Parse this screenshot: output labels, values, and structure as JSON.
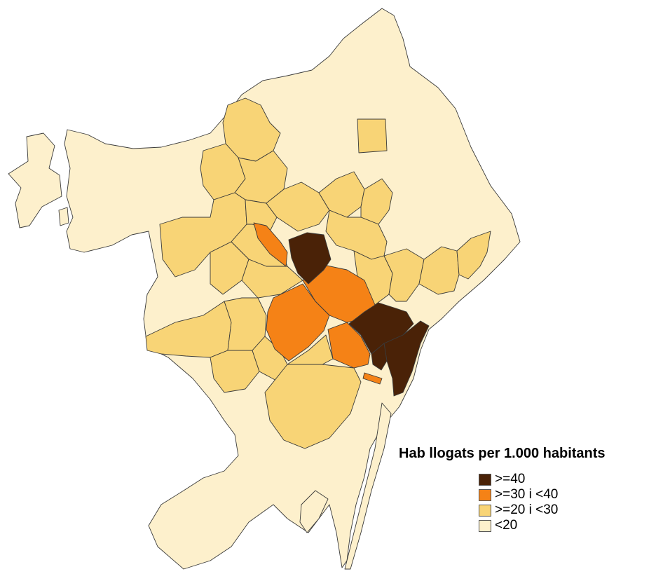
{
  "map": {
    "legend_title": "Hab llogats per 1.000 habitants",
    "classes": [
      {
        "label": ">=40",
        "color": "#4a2207"
      },
      {
        "label": ">=30 i <40",
        "color": "#f58216"
      },
      {
        "label": ">=20 i <30",
        "color": "#f8d476"
      },
      {
        "label": "<20",
        "color": "#fdf0cc"
      }
    ],
    "border_color": "#3a3a3a"
  }
}
